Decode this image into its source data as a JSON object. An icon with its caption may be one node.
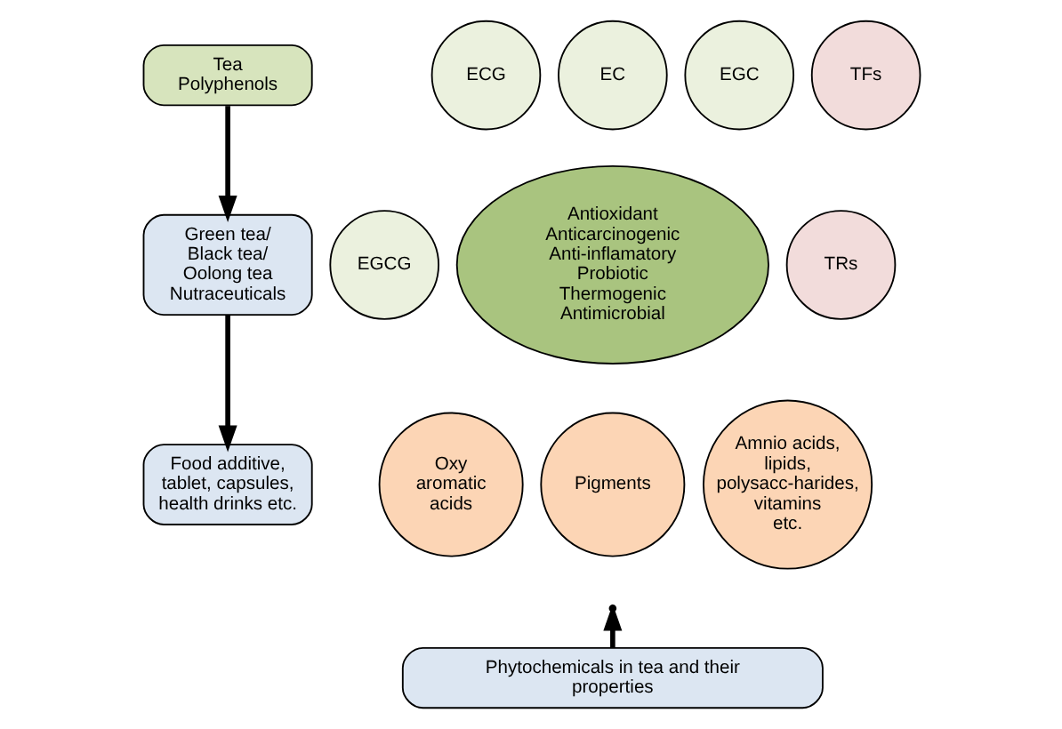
{
  "diagram": {
    "nodes": [
      {
        "text": [
          "Tea Polyphenols"
        ]
      },
      {
        "text": [
          "Green tea/ Black tea/ Oolong tea Nutraceuticals"
        ]
      },
      {
        "text": [
          "Food additive, tablet, capsules, health drinks etc."
        ]
      },
      {
        "text": [
          "ECG"
        ]
      },
      {
        "text": [
          "EC"
        ]
      },
      {
        "text": [
          "EGC"
        ]
      },
      {
        "text": [
          "TFs"
        ]
      },
      {
        "text": [
          "EGCG"
        ]
      },
      {
        "text": [
          "Antioxidant Anticarcinogenic Anti-inflamatory Probiotic Thermogenic Antimicrobial"
        ]
      },
      {
        "text": [
          "TRs"
        ]
      },
      {
        "text": [
          "Oxy aromatic acids"
        ]
      },
      {
        "text": [
          "Pigments"
        ]
      },
      {
        "text": [
          "Amnio acids, lipids, polysacc-harides, vitamins etc."
        ]
      },
      {
        "text": [
          "Phytochemicals in tea and their properties"
        ]
      }
    ],
    "edges": [
      {
        "from": 0,
        "to": 1,
        "arrow": "to"
      },
      {
        "from": 1,
        "to": 2,
        "arrow": "to"
      },
      {
        "from": 13,
        "to": null,
        "arrow": "to"
      }
    ]
  }
}
